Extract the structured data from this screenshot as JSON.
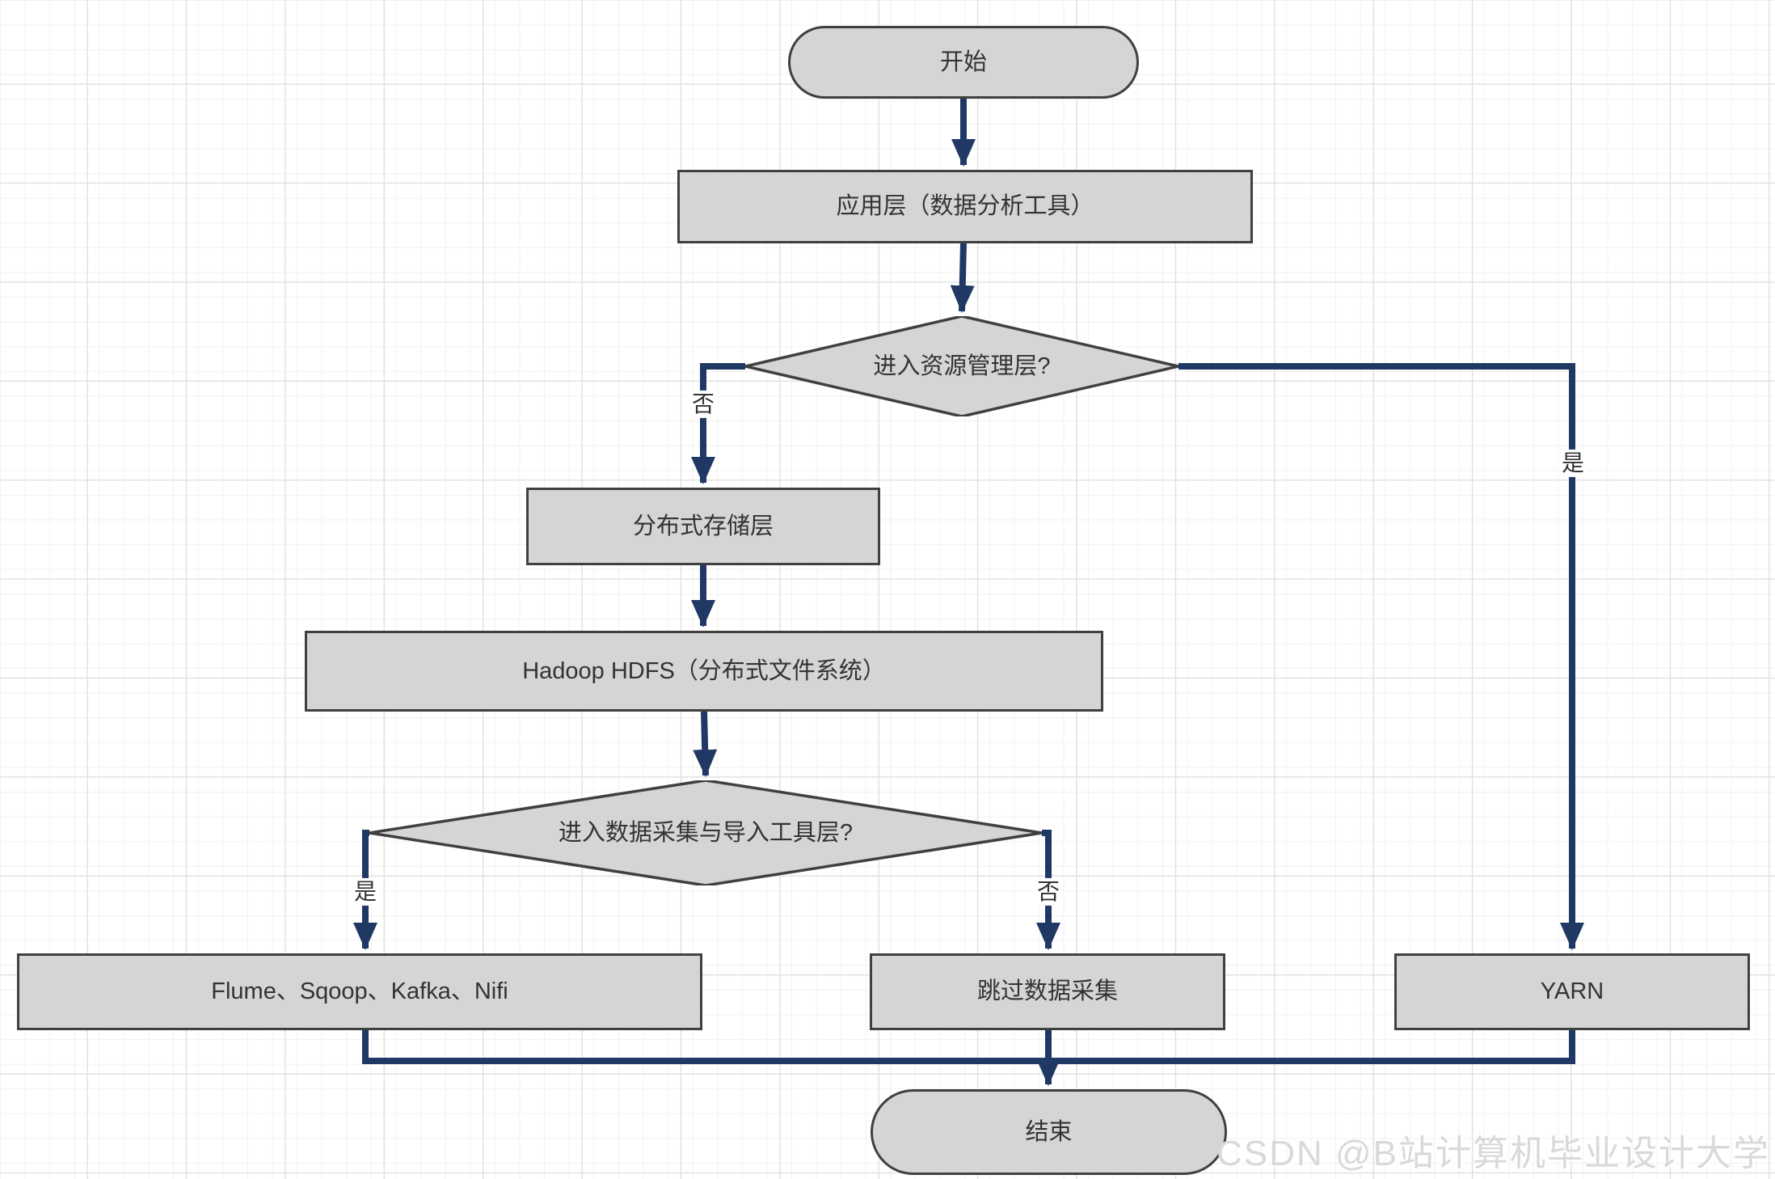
{
  "diagram": {
    "nodes": {
      "start": "开始",
      "app_layer": "应用层（数据分析工具）",
      "resource_decision": "进入资源管理层?",
      "storage_layer": "分布式存储层",
      "hdfs": "Hadoop HDFS（分布式文件系统）",
      "ingest_decision": "进入数据采集与导入工具层?",
      "ingest_tools": "Flume、Sqoop、Kafka、Nifi",
      "skip_ingest": "跳过数据采集",
      "yarn": "YARN",
      "end": "结束"
    },
    "edges": [
      {
        "from": "start",
        "to": "app_layer",
        "label": ""
      },
      {
        "from": "app_layer",
        "to": "resource_decision",
        "label": ""
      },
      {
        "from": "resource_decision",
        "to": "storage_layer",
        "label": "否"
      },
      {
        "from": "resource_decision",
        "to": "yarn",
        "label": "是"
      },
      {
        "from": "storage_layer",
        "to": "hdfs",
        "label": ""
      },
      {
        "from": "hdfs",
        "to": "ingest_decision",
        "label": ""
      },
      {
        "from": "ingest_decision",
        "to": "ingest_tools",
        "label": "是"
      },
      {
        "from": "ingest_decision",
        "to": "skip_ingest",
        "label": "否"
      },
      {
        "from": "ingest_tools",
        "to": "end",
        "label": ""
      },
      {
        "from": "yarn",
        "to": "end",
        "label": ""
      },
      {
        "from": "skip_ingest",
        "to": "end",
        "label": ""
      }
    ]
  },
  "watermark": "CSDN @B站计算机毕业设计大学",
  "theme": {
    "node_fill": "#d5d5d5",
    "node_border": "#404040",
    "arrow": "#1f3864",
    "text": "#333333",
    "grid_minor": "#f1f1f1",
    "grid_major": "#e2e2e2",
    "watermark": "#d9d9d9"
  }
}
